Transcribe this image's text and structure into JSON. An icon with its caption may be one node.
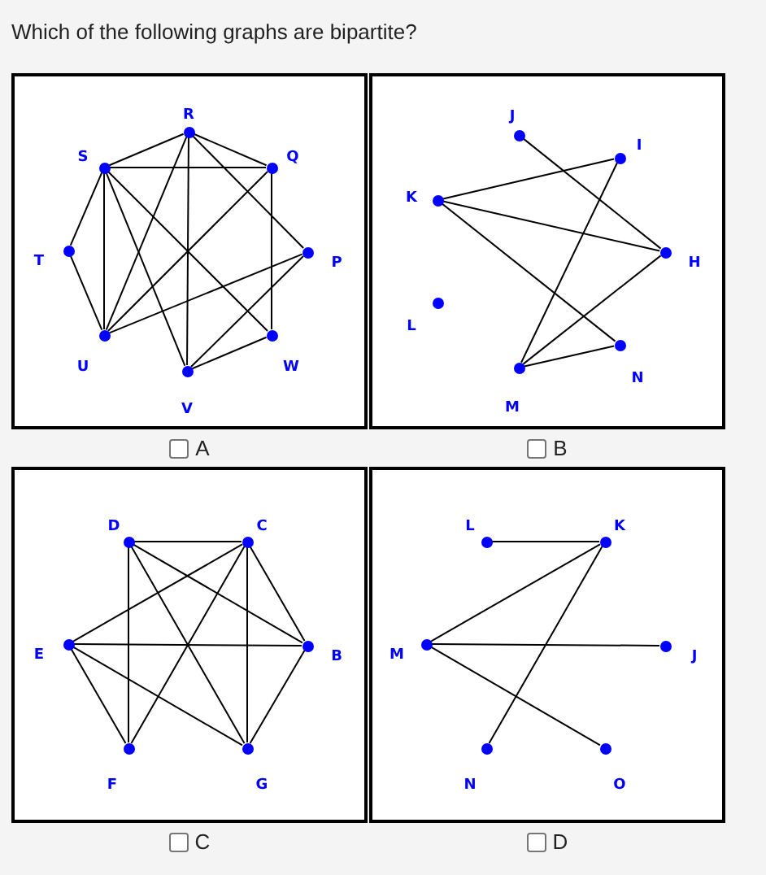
{
  "diagram": {
    "title": "Which of the following graphs are bipartite?",
    "nodes": [
      {
        "text": [],
        "shape": "box",
        "beside": [
          "A"
        ]
      },
      {
        "text": [],
        "shape": "circle",
        "beside": [
          "R"
        ],
        "in": 0
      },
      {
        "text": [],
        "shape": "circle",
        "beside": [
          "S"
        ],
        "in": 0
      },
      {
        "text": [],
        "shape": "circle",
        "beside": [
          "Q"
        ],
        "in": 0
      },
      {
        "text": [],
        "shape": "circle",
        "beside": [
          "T"
        ],
        "in": 0
      },
      {
        "text": [],
        "shape": "circle",
        "beside": [
          "P"
        ],
        "in": 0
      },
      {
        "text": [],
        "shape": "circle",
        "beside": [
          "U"
        ],
        "in": 0
      },
      {
        "text": [],
        "shape": "circle",
        "beside": [
          "W"
        ],
        "in": 0
      },
      {
        "text": [],
        "shape": "circle",
        "beside": [
          "V"
        ],
        "in": 0
      },
      {
        "text": [],
        "shape": "box",
        "beside": [
          "B"
        ]
      },
      {
        "text": [],
        "shape": "circle",
        "beside": [
          "J"
        ],
        "in": 9
      },
      {
        "text": [],
        "shape": "circle",
        "beside": [
          "I"
        ],
        "in": 9
      },
      {
        "text": [],
        "shape": "circle",
        "beside": [
          "K"
        ],
        "in": 9
      },
      {
        "text": [],
        "shape": "circle",
        "beside": [
          "H"
        ],
        "in": 9
      },
      {
        "text": [],
        "shape": "circle",
        "beside": [
          "L"
        ],
        "in": 9
      },
      {
        "text": [],
        "shape": "circle",
        "beside": [
          "N"
        ],
        "in": 9
      },
      {
        "text": [],
        "shape": "circle",
        "beside": [
          "M"
        ],
        "in": 9
      },
      {
        "text": [],
        "shape": "box",
        "beside": [
          "C"
        ]
      },
      {
        "text": [],
        "shape": "circle",
        "beside": [
          "D"
        ],
        "in": 17
      },
      {
        "text": [],
        "shape": "circle",
        "beside": [
          "C"
        ],
        "in": 17
      },
      {
        "text": [],
        "shape": "circle",
        "beside": [
          "E"
        ],
        "in": 17
      },
      {
        "text": [],
        "shape": "circle",
        "beside": [
          "B"
        ],
        "in": 17
      },
      {
        "text": [],
        "shape": "circle",
        "beside": [
          "F"
        ],
        "in": 17
      },
      {
        "text": [],
        "shape": "circle",
        "beside": [
          "G"
        ],
        "in": 17
      },
      {
        "text": [],
        "shape": "box",
        "beside": [
          "D"
        ]
      },
      {
        "text": [],
        "shape": "circle",
        "beside": [
          "L"
        ],
        "in": 24
      },
      {
        "text": [],
        "shape": "circle",
        "beside": [
          "K"
        ],
        "in": 24
      },
      {
        "text": [],
        "shape": "circle",
        "beside": [
          "M"
        ],
        "in": 24
      },
      {
        "text": [],
        "shape": "circle",
        "beside": [
          "J"
        ],
        "in": 24
      },
      {
        "text": [],
        "shape": "circle",
        "beside": [
          "N"
        ],
        "in": 24
      },
      {
        "text": [],
        "shape": "circle",
        "beside": [
          "O"
        ],
        "in": 24
      }
    ],
    "edges": [
      {
        "from": 1,
        "to": 2,
        "arrow": "none"
      },
      {
        "from": 1,
        "to": 3,
        "arrow": "none"
      },
      {
        "from": 1,
        "to": 8,
        "arrow": "none"
      },
      {
        "from": 1,
        "to": 6,
        "arrow": "none"
      },
      {
        "from": 1,
        "to": 5,
        "arrow": "none"
      },
      {
        "from": 2,
        "to": 3,
        "arrow": "none"
      },
      {
        "from": 2,
        "to": 4,
        "arrow": "none"
      },
      {
        "from": 2,
        "to": 6,
        "arrow": "none"
      },
      {
        "from": 2,
        "to": 8,
        "arrow": "none"
      },
      {
        "from": 2,
        "to": 7,
        "arrow": "none"
      },
      {
        "from": 3,
        "to": 7,
        "arrow": "none"
      },
      {
        "from": 3,
        "to": 6,
        "arrow": "none"
      },
      {
        "from": 4,
        "to": 6,
        "arrow": "none"
      },
      {
        "from": 5,
        "to": 6,
        "arrow": "none"
      },
      {
        "from": 5,
        "to": 8,
        "arrow": "none"
      },
      {
        "from": 7,
        "to": 8,
        "arrow": "none"
      },
      {
        "from": 10,
        "to": 13,
        "arrow": "none"
      },
      {
        "from": 12,
        "to": 11,
        "arrow": "none"
      },
      {
        "from": 12,
        "to": 13,
        "arrow": "none"
      },
      {
        "from": 12,
        "to": 15,
        "arrow": "none"
      },
      {
        "from": 11,
        "to": 16,
        "arrow": "none"
      },
      {
        "from": 13,
        "to": 16,
        "arrow": "none"
      },
      {
        "from": 15,
        "to": 16,
        "arrow": "none"
      },
      {
        "from": 18,
        "to": 19,
        "arrow": "none"
      },
      {
        "from": 18,
        "to": 22,
        "arrow": "none"
      },
      {
        "from": 18,
        "to": 21,
        "arrow": "none"
      },
      {
        "from": 18,
        "to": 23,
        "arrow": "none"
      },
      {
        "from": 19,
        "to": 20,
        "arrow": "none"
      },
      {
        "from": 19,
        "to": 22,
        "arrow": "none"
      },
      {
        "from": 19,
        "to": 23,
        "arrow": "none"
      },
      {
        "from": 19,
        "to": 21,
        "arrow": "none"
      },
      {
        "from": 20,
        "to": 21,
        "arrow": "none"
      },
      {
        "from": 20,
        "to": 22,
        "arrow": "none"
      },
      {
        "from": 20,
        "to": 23,
        "arrow": "none"
      },
      {
        "from": 21,
        "to": 23,
        "arrow": "none"
      },
      {
        "from": 25,
        "to": 26,
        "arrow": "none"
      },
      {
        "from": 26,
        "to": 27,
        "arrow": "none"
      },
      {
        "from": 26,
        "to": 29,
        "arrow": "none"
      },
      {
        "from": 27,
        "to": 28,
        "arrow": "none"
      },
      {
        "from": 27,
        "to": 30,
        "arrow": "none"
      }
    ]
  }
}
